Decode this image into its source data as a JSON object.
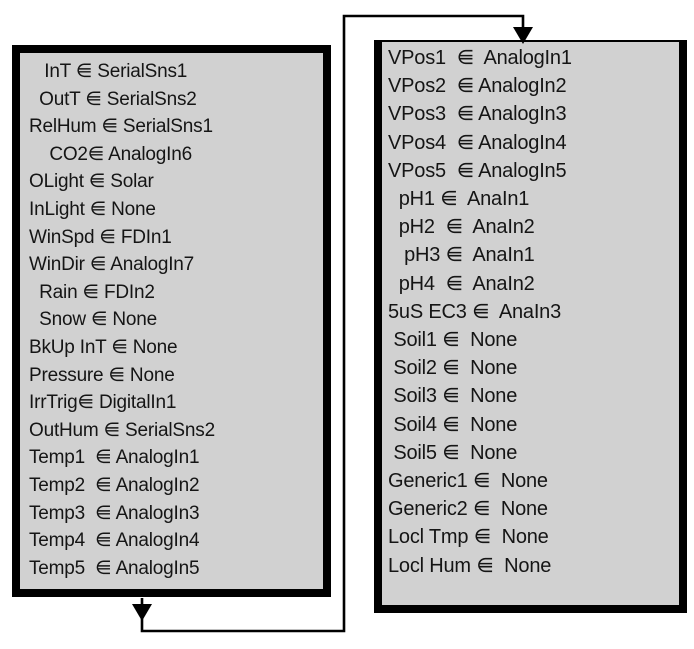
{
  "colors": {
    "background": "#ffffff",
    "box_fill": "#d1d1d1",
    "box_border": "#000000",
    "text": "#151515",
    "connector": "#000000"
  },
  "mapping_symbol": {
    "name": "element-of-with-two-strokes-icon",
    "char": "⋹"
  },
  "left_box": {
    "rows": [
      "   InT ⋹ SerialSns1",
      "  OutT ⋹ SerialSns2",
      "RelHum ⋹ SerialSns1",
      "    CO2⋹ AnalogIn6",
      "OLight ⋹ Solar",
      "InLight ⋹ None",
      "WinSpd ⋹ FDIn1",
      "WinDir ⋹ AnalogIn7",
      "  Rain ⋹ FDIn2",
      "  Snow ⋹ None",
      "BkUp InT ⋹ None",
      "Pressure ⋹ None",
      "IrrTrig⋹ DigitalIn1",
      "OutHum ⋹ SerialSns2",
      "Temp1  ⋹ AnalogIn1",
      "Temp2  ⋹ AnalogIn2",
      "Temp3  ⋹ AnalogIn3",
      "Temp4  ⋹ AnalogIn4",
      "Temp5  ⋹ AnalogIn5"
    ]
  },
  "right_box": {
    "rows": [
      "VPos1  ⋹  AnalogIn1",
      "VPos2  ⋹ AnalogIn2",
      "VPos3  ⋹ AnalogIn3",
      "VPos4  ⋹ AnalogIn4",
      "VPos5  ⋹ AnalogIn5",
      "  pH1 ⋹  AnaIn1",
      "  pH2  ⋹  AnaIn2",
      "   pH3 ⋹  AnaIn1",
      "  pH4  ⋹  AnaIn2",
      "5uS EC3 ⋹  AnaIn3",
      " Soil1 ⋹  None",
      " Soil2 ⋹  None",
      " Soil3 ⋹  None",
      " Soil4 ⋹  None",
      " Soil5 ⋹  None",
      "Generic1 ⋹  None",
      "Generic2 ⋹  None",
      "Locl Tmp ⋹  None",
      "Locl Hum ⋹  None"
    ]
  }
}
